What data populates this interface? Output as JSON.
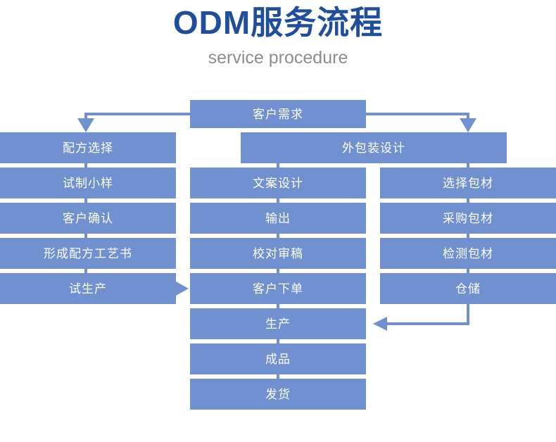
{
  "header": {
    "title": "ODM服务流程",
    "subtitle": "service procedure",
    "title_color": "#1f4e9c",
    "subtitle_color": "#8d8d8d"
  },
  "theme": {
    "node_fill": "#7090d0",
    "node_text": "#ffffff",
    "connector_color": "#7090d0",
    "background": "#ffffff"
  },
  "flowchart": {
    "type": "flowchart",
    "orientation": "top-down",
    "root": {
      "label": "客户需求"
    },
    "columns": [
      {
        "name": "formula-branch",
        "nodes": [
          {
            "label": "配方选择"
          },
          {
            "label": "试制小样"
          },
          {
            "label": "客户确认"
          },
          {
            "label": "形成配方工艺书"
          },
          {
            "label": "试生产"
          }
        ]
      },
      {
        "name": "packaging-design-branch",
        "nodes": [
          {
            "label": "外包装设计"
          },
          {
            "label": "文案设计"
          },
          {
            "label": "输出"
          },
          {
            "label": "校对审稿"
          },
          {
            "label": "客户下单"
          },
          {
            "label": "生产"
          },
          {
            "label": "成品"
          },
          {
            "label": "发货"
          }
        ]
      },
      {
        "name": "packaging-material-branch",
        "nodes": [
          {
            "label": "选择包材"
          },
          {
            "label": "采购包材"
          },
          {
            "label": "检测包材"
          },
          {
            "label": "仓储"
          }
        ]
      }
    ],
    "cross_links": [
      {
        "from": "试生产",
        "to": "客户下单",
        "direction": "right"
      },
      {
        "from": "仓储",
        "to": "生产",
        "direction": "left"
      }
    ]
  }
}
